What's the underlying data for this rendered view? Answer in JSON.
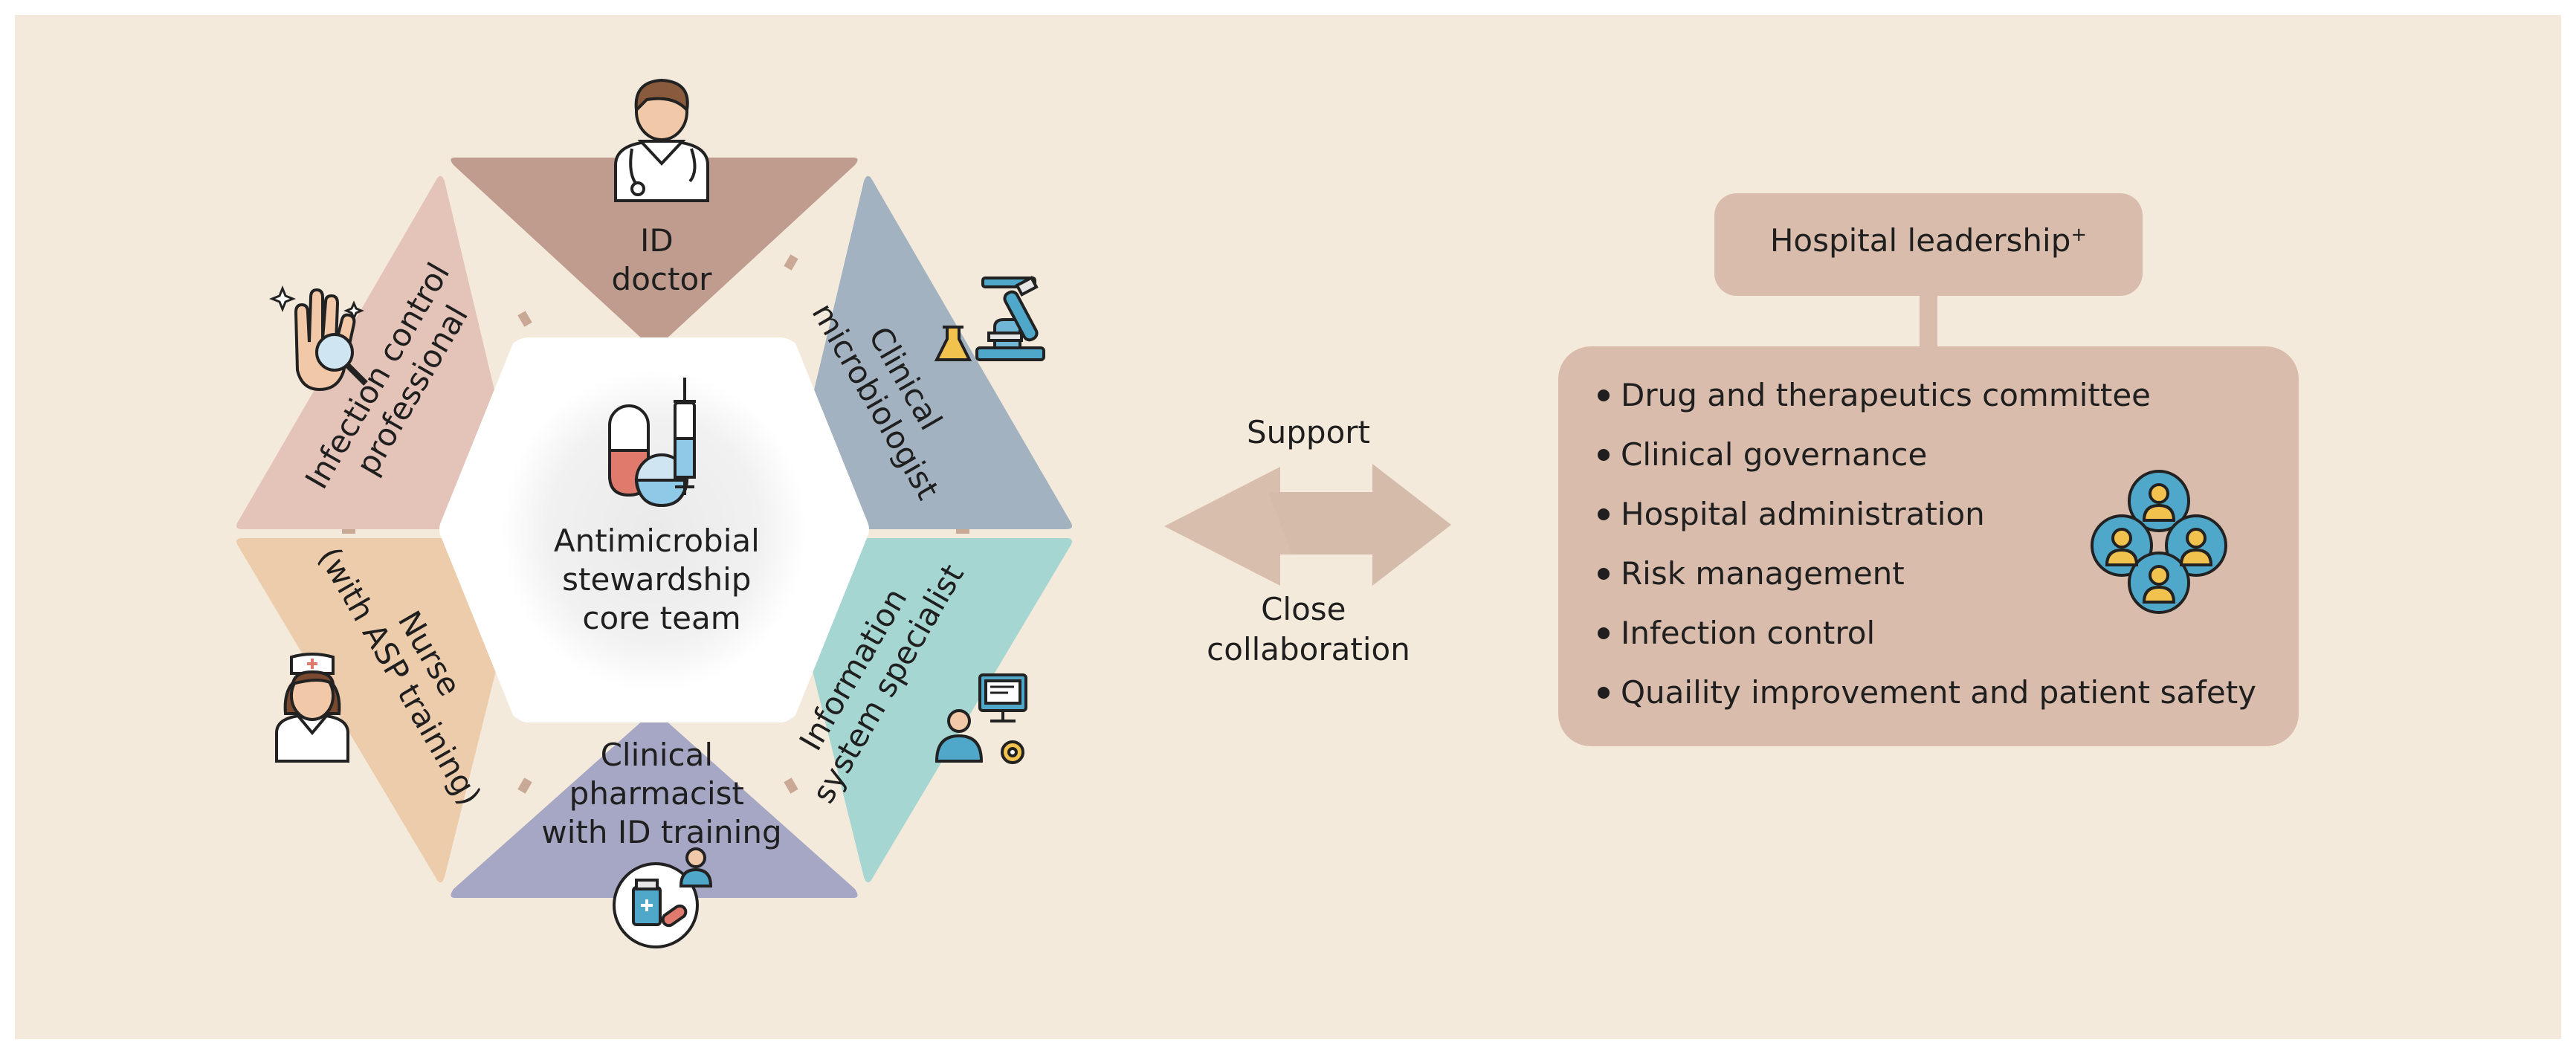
{
  "core_team": {
    "center_lines": [
      "Antimicrobial",
      "stewardship",
      "core team"
    ],
    "roles": [
      {
        "id": "id-doctor",
        "lines": [
          "ID",
          "doctor"
        ],
        "icon": "doctor-icon",
        "color": "#bf9c8d"
      },
      {
        "id": "clinical-microbiologist",
        "lines": [
          "Clinical",
          "microbiologist"
        ],
        "icon": "microscope-icon",
        "color": "#a2b2c0"
      },
      {
        "id": "information-system-specialist",
        "lines": [
          "Information",
          "system specialist"
        ],
        "icon": "computer-user-icon",
        "color": "#a6d6d2"
      },
      {
        "id": "clinical-pharmacist",
        "lines": [
          "Clinical",
          "pharmacist",
          "with ID training"
        ],
        "icon": "medicine-icon",
        "color": "#a5a7c4"
      },
      {
        "id": "nurse",
        "lines": [
          "Nurse",
          "(with ASP training)"
        ],
        "icon": "nurse-icon",
        "color": "#ecccab"
      },
      {
        "id": "infection-control-professional",
        "lines": [
          "Infection control",
          "professional"
        ],
        "icon": "hand-magnifier-icon",
        "color": "#e4c3b8"
      }
    ]
  },
  "arrows": {
    "top_label": "Support",
    "bottom_lines": [
      "Close",
      "collaboration"
    ]
  },
  "leadership": {
    "title": "Hospital leadership",
    "title_sup": "+",
    "items": [
      "Drug and therapeutics committee",
      "Clinical governance",
      "Hospital administration",
      "Risk management",
      "Infection control",
      "Quaility improvement and patient safety"
    ],
    "icon": "team-network-icon"
  },
  "colors": {
    "background": "#f4eadb",
    "box": "#d9bcab",
    "arrow": "#d5bba9",
    "text": "#1f1f1f"
  }
}
